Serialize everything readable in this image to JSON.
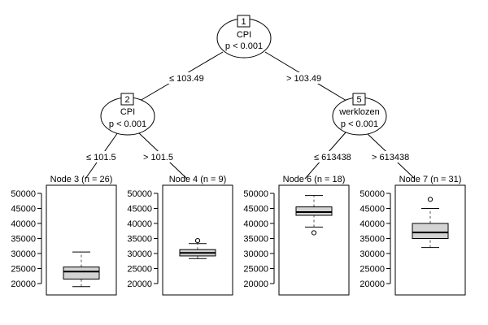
{
  "tree": {
    "nodes": [
      {
        "id": "1",
        "variable": "CPI",
        "p_value": "p < 0.001"
      },
      {
        "id": "2",
        "variable": "CPI",
        "p_value": "p < 0.001"
      },
      {
        "id": "5",
        "variable": "werklozen",
        "p_value": "p < 0.001"
      }
    ],
    "edges": [
      {
        "from": "1",
        "to": "2",
        "label": "≤ 103.49"
      },
      {
        "from": "1",
        "to": "5",
        "label": "> 103.49"
      },
      {
        "from": "2",
        "to": "3",
        "label": "≤ 101.5"
      },
      {
        "from": "2",
        "to": "4",
        "label": "> 101.5"
      },
      {
        "from": "5",
        "to": "6",
        "label": "≤ 613438"
      },
      {
        "from": "5",
        "to": "7",
        "label": "> 613438"
      }
    ],
    "leaves": [
      {
        "id": "3",
        "title": "Node 3 (n = 26)",
        "box": {
          "whisker_low": 19000,
          "q1": 21500,
          "median": 24000,
          "q3": 25500,
          "whisker_high": 30500,
          "outliers": []
        }
      },
      {
        "id": "4",
        "title": "Node 4 (n = 9)",
        "box": {
          "whisker_low": 28300,
          "q1": 29200,
          "median": 30200,
          "q3": 31300,
          "whisker_high": 33300,
          "outliers": [
            34300
          ]
        }
      },
      {
        "id": "6",
        "title": "Node 6 (n = 18)",
        "box": {
          "whisker_low": 38800,
          "q1": 42700,
          "median": 43800,
          "q3": 45500,
          "whisker_high": 49300,
          "outliers": [
            36900
          ]
        }
      },
      {
        "id": "7",
        "title": "Node 7 (n = 31)",
        "box": {
          "whisker_low": 32000,
          "q1": 35000,
          "median": 37000,
          "q3": 40000,
          "whisker_high": 45000,
          "outliers": [
            48000
          ]
        }
      }
    ],
    "y_axis": {
      "min": 20000,
      "max": 50000,
      "ticks": [
        "50000",
        "45000",
        "40000",
        "35000",
        "30000",
        "25000",
        "20000"
      ]
    },
    "colors": {
      "box_fill": "#d3d3d3",
      "line": "#000000",
      "whisker": "#555555"
    }
  }
}
